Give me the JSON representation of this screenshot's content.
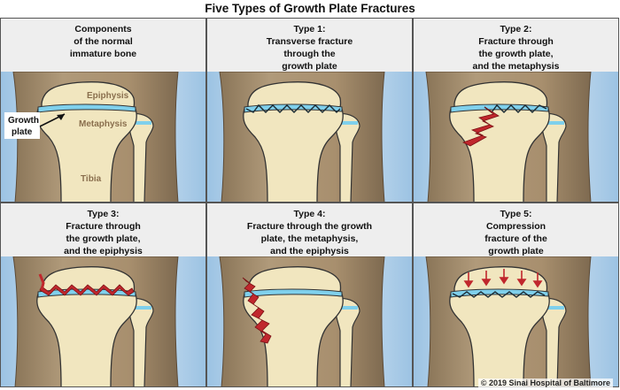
{
  "title": "Five Types of Growth Plate Fractures",
  "panels": [
    {
      "id": "normal",
      "lines": [
        "Components",
        "of the normal",
        "immature bone"
      ]
    },
    {
      "id": "type1",
      "lines": [
        "Type 1:",
        "Transverse fracture",
        "through the",
        "growth plate"
      ]
    },
    {
      "id": "type2",
      "lines": [
        "Type 2:",
        "Fracture through",
        "the growth plate,",
        "and the metaphysis"
      ]
    },
    {
      "id": "type3",
      "lines": [
        "Type 3:",
        "Fracture through",
        "the growth plate,",
        "and the epiphysis"
      ]
    },
    {
      "id": "type4",
      "lines": [
        "Type 4:",
        "Fracture through the growth",
        "plate, the metaphysis,",
        "and the epiphysis"
      ]
    },
    {
      "id": "type5",
      "lines": [
        "Type 5:",
        "Compression",
        "fracture of the",
        "growth plate"
      ]
    }
  ],
  "bone_labels": {
    "epiphysis": "Epiphysis",
    "metaphysis": "Metaphysis",
    "tibia": "Tibia",
    "growth_plate_line1": "Growth",
    "growth_plate_line2": "plate"
  },
  "copyright": "© 2019 Sinai Hospital of Baltimore",
  "colors": {
    "skin": "#a89172",
    "bone": "#f1e6bf",
    "growth_plate": "#7fd0ec",
    "fracture": "#c0272d",
    "background_blue": "#9cc3e3"
  }
}
